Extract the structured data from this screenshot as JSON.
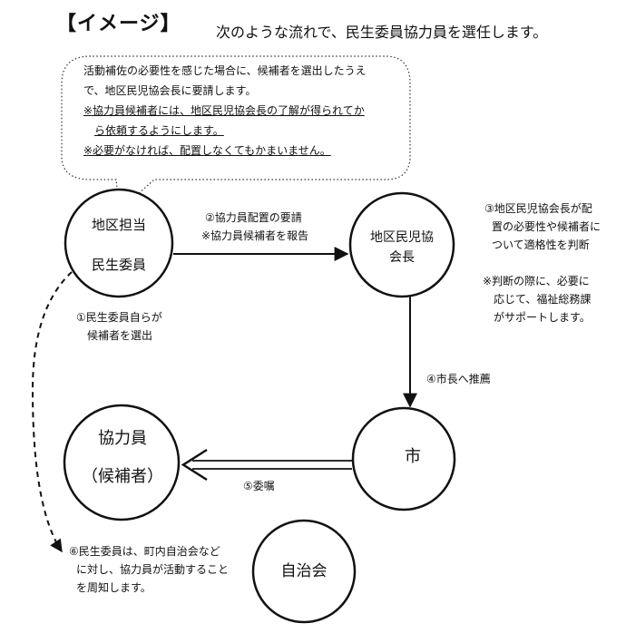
{
  "heading": "【イメージ】",
  "intro": "次のような流れで、民生委員協力員を選任します。",
  "bubble": {
    "line1": "活動補佐の必要性を感じた場合に、候補者を選出したうえ",
    "line2": "で、地区民児協会長に要請します。",
    "line3": "※協力員候補者には、地区民児協会長の了解が得られてか",
    "line4": "ら依頼するようにします。",
    "line5": "※必要がなければ、配置しなくてもかまいません。"
  },
  "nodes": {
    "district_member": {
      "line1": "地区担当",
      "line2": "民生委員"
    },
    "chair": {
      "line1": "地区民児協",
      "line2": "会長"
    },
    "city": {
      "label": "市"
    },
    "helper": {
      "line1": "協力員",
      "line2": "（候補者）"
    },
    "council": {
      "label": "自治会"
    }
  },
  "steps": {
    "step1": {
      "line1": "①民生委員自らが",
      "line2": "候補者を選出"
    },
    "step2": {
      "line1": "②協力員配置の要請",
      "line2": "※協力員候補者を報告"
    },
    "step3": {
      "line1": "③地区民児協会長が配",
      "line2": "置の必要性や候補者に",
      "line3": "ついて適格性を判断"
    },
    "step3_note": {
      "line1": "※判断の際に、必要に",
      "line2": "応じて、福祉総務課",
      "line3": "がサポートします。"
    },
    "step4": {
      "line1": "④市長へ推薦"
    },
    "step5": {
      "line1": "⑤委嘱"
    },
    "step6": {
      "line1": "⑥民生委員は、町内自治会など",
      "line2": "に対し、協力員が活動すること",
      "line3": "を周知します。"
    }
  }
}
